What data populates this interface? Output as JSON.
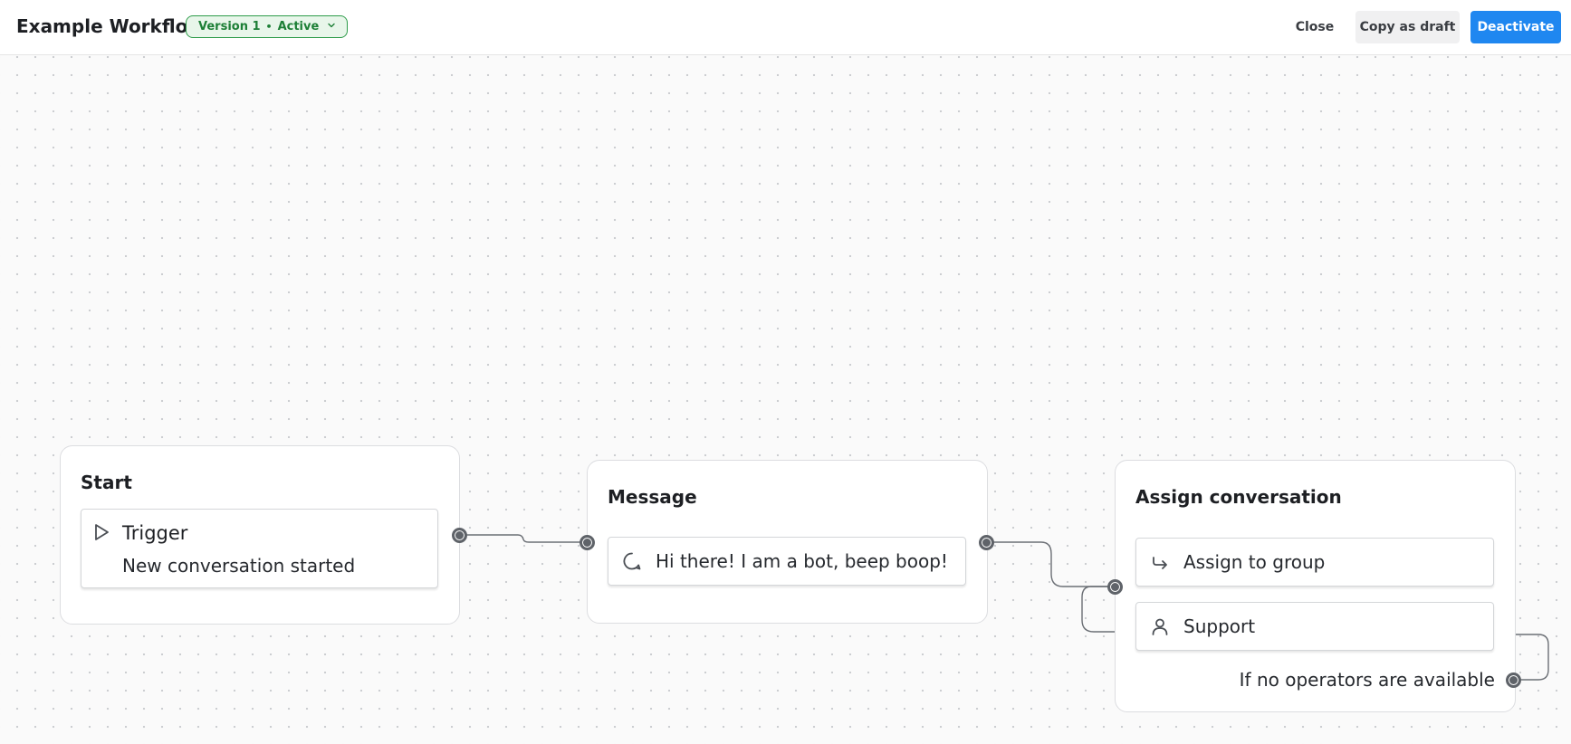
{
  "header": {
    "title": "Example Workflow",
    "status_badge": {
      "version": "Version 1",
      "separator": "•",
      "state": "Active"
    },
    "actions": {
      "close_label": "Close",
      "copy_label": "Copy as draft",
      "deactivate_label": "Deactivate"
    }
  },
  "nodes": {
    "start": {
      "title": "Start",
      "trigger_label": "Trigger",
      "trigger_event": "New conversation started"
    },
    "message": {
      "title": "Message",
      "text": "Hi there! I am a bot, beep boop!"
    },
    "assign": {
      "title": "Assign conversation",
      "action_label": "Assign to group",
      "group_label": "Support",
      "fallback_label": "If no operators are available"
    }
  },
  "icons": {
    "status_badge": "chevron-down-icon",
    "trigger": "play-icon",
    "message": "chat-bubble-icon",
    "assign_action": "forward-arrow-icon",
    "group": "user-icon"
  },
  "colors": {
    "accent": "#1f87f0",
    "active_badge_border": "#2e9c4a",
    "active_badge_bg": "#e8f6ea",
    "active_badge_text": "#1d7f36",
    "edge": "#6b6f75"
  }
}
